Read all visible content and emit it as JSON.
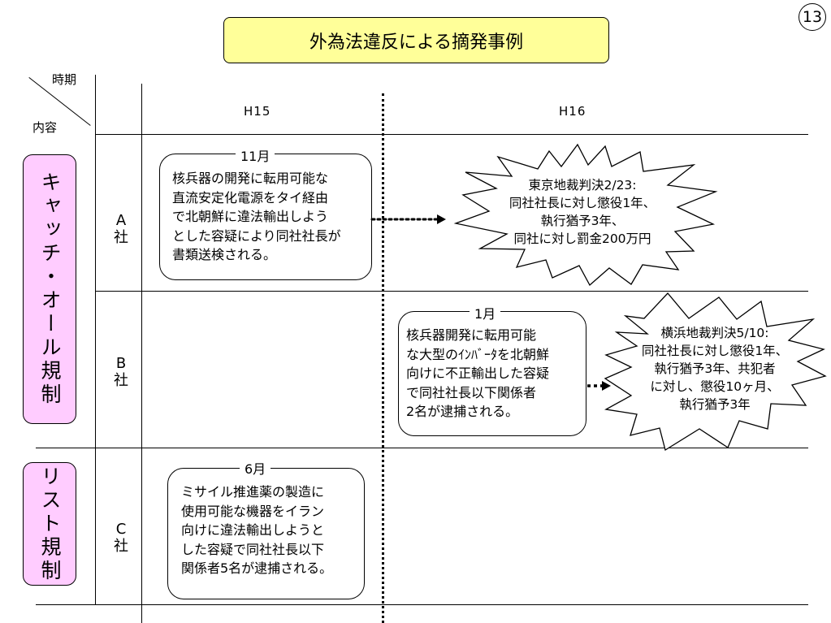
{
  "page_number": "13",
  "title": "外為法違反による摘発事例",
  "header": {
    "period_label": "時期",
    "content_label": "内容",
    "periods": [
      "H15",
      "H16"
    ]
  },
  "categories": [
    {
      "label": "キャッチ・オール規制"
    },
    {
      "label": "リスト規制"
    }
  ],
  "companies": [
    "A\n社",
    "B\n社",
    "C\n社"
  ],
  "cases": [
    {
      "month": "11月",
      "text": "核兵器の開発に転用可能な\n直流安定化電源をタイ経由\nで北朝鮮に違法輸出しよう\nとした容疑により同社社長が\n書類送検される。",
      "result": "東京地裁判決2/23:\n同社社長に対し懲役1年、\n執行猶予3年、\n同社に対し罰金200万円"
    },
    {
      "month": "1月",
      "text": "核兵器開発に転用可能\nな大型のｲﾝﾊﾞｰﾀを北朝鮮\n向けに不正輸出した容疑\nで同社社長以下関係者\n2名が逮捕される。",
      "result": "横浜地裁判決5/10:\n同社社長に対し懲役1年、\n執行猶予3年、共犯者\nに対し、懲役10ヶ月、\n執行猶予3年"
    },
    {
      "month": "6月",
      "text": "ミサイル推進薬の製造に\n使用可能な機器をイラン\n向けに違法輸出しようと\nした容疑で同社社長以下\n関係者5名が逮捕される。"
    }
  ]
}
